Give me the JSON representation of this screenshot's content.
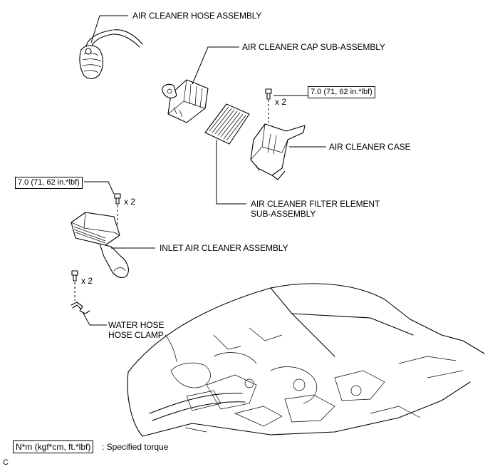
{
  "labels": {
    "hose_assembly": "AIR CLEANER HOSE ASSEMBLY",
    "cap_sub_assembly": "AIR CLEANER CAP SUB-ASSEMBLY",
    "case": "AIR CLEANER CASE",
    "filter_line1": "AIR CLEANER FILTER ELEMENT",
    "filter_line2": "SUB-ASSEMBLY",
    "inlet_assembly": "INLET AIR CLEANER ASSEMBLY",
    "water_hose_line1": "WATER HOSE",
    "water_hose_line2": "HOSE CLAMP"
  },
  "torques": {
    "case_bolts": "7.0 (71, 62 in.*lbf)",
    "inlet_bolts": "7.0 (71, 62 in.*lbf)"
  },
  "quantities": {
    "case_bolts": "x 2",
    "inlet_bolts": "x 2",
    "clamp_bolts": "x 2"
  },
  "legend": {
    "unit": "N*m (kgf*cm, ft.*lbf)",
    "description": ": Specified torque"
  },
  "corner_mark": "C"
}
